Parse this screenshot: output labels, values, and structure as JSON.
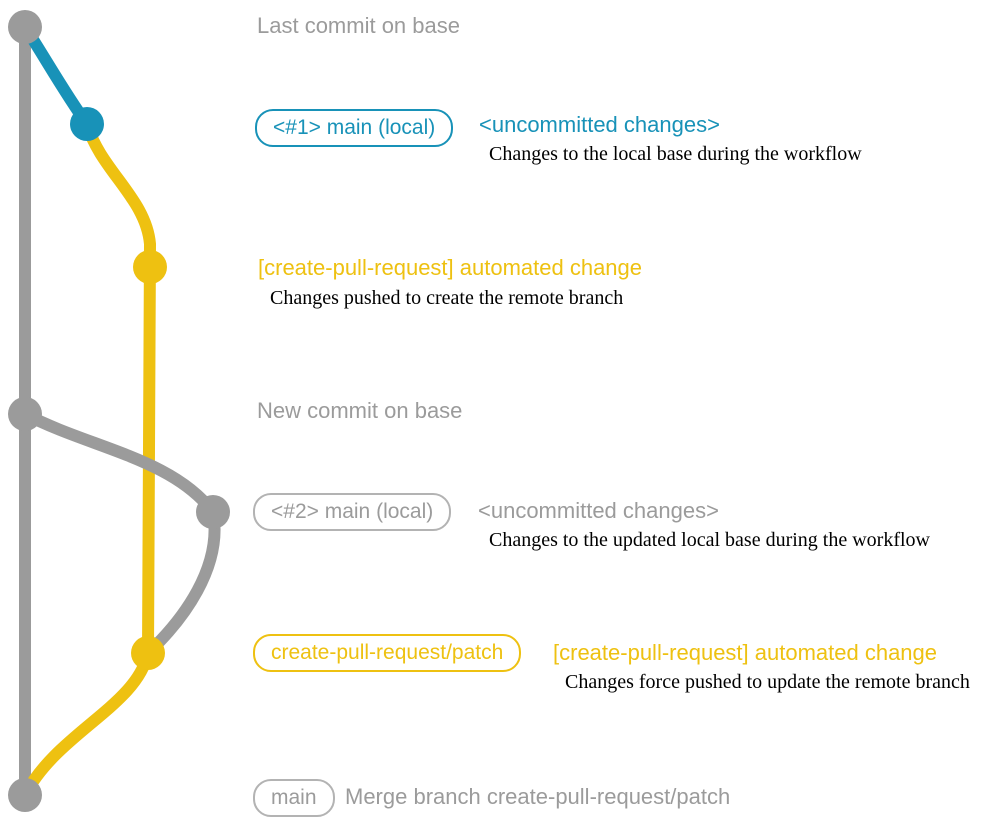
{
  "colors": {
    "gray": "#9b9b9b",
    "gray_text": "#9b9b9b",
    "gray_border": "#b3b3b3",
    "blue": "#1892b8",
    "yellow": "#eec111",
    "caption_black": "#000000"
  },
  "graph": {
    "description": "git commit graph with base branch (gray), local main changes (blue/gray), and create-pull-request branch (yellow)",
    "nodes": [
      {
        "name": "last-commit-on-base",
        "color_key": "gray"
      },
      {
        "name": "local-main-1",
        "color_key": "blue"
      },
      {
        "name": "automated-change-1",
        "color_key": "yellow"
      },
      {
        "name": "new-commit-on-base",
        "color_key": "gray"
      },
      {
        "name": "local-main-2",
        "color_key": "gray"
      },
      {
        "name": "automated-change-2",
        "color_key": "yellow"
      },
      {
        "name": "merge-commit",
        "color_key": "gray"
      }
    ]
  },
  "rows": {
    "last_commit": {
      "text": "Last commit on base"
    },
    "row1": {
      "badge": "<#1> main (local)",
      "title": "<uncommitted changes>",
      "caption": "Changes to the local base during the workflow"
    },
    "row2": {
      "title": "[create-pull-request] automated change",
      "caption": "Changes pushed to create the remote branch"
    },
    "new_commit": {
      "text": "New commit on base"
    },
    "row3": {
      "badge": "<#2> main (local)",
      "title": "<uncommitted changes>",
      "caption": "Changes to the updated local base during the workflow"
    },
    "row4": {
      "badge": "create-pull-request/patch",
      "title": "[create-pull-request] automated change",
      "caption": "Changes force pushed to update the remote branch"
    },
    "merge": {
      "badge": "main",
      "text": "Merge branch create-pull-request/patch"
    }
  }
}
